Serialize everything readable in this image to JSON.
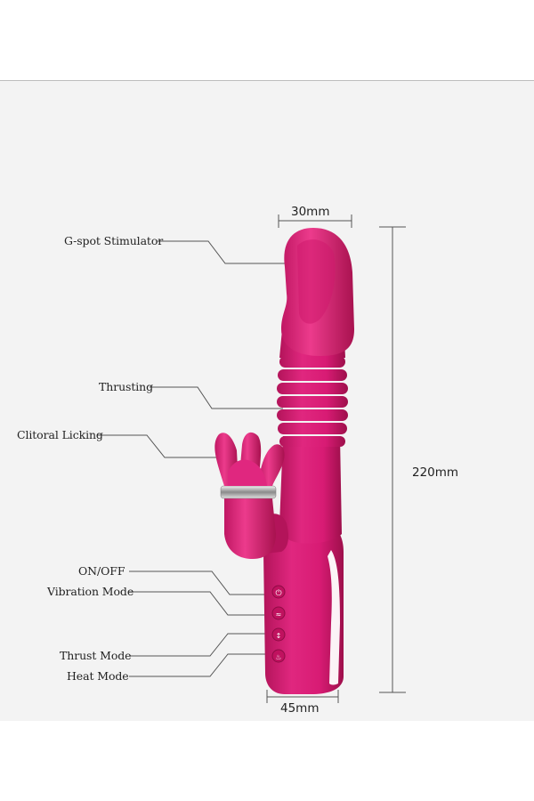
{
  "labels": {
    "gspot": "G-spot Stimulator",
    "thrusting": "Thrusting",
    "clitoral": "Clitoral Licking",
    "onoff": "ON/OFF",
    "vibration": "Vibration Mode",
    "thrust_mode": "Thrust Mode",
    "heat_mode": "Heat Mode"
  },
  "dimensions": {
    "top_width": "30mm",
    "length": "220mm",
    "bottom_width": "45mm"
  },
  "colors": {
    "product": "#d81b74",
    "product_dark": "#a8124f",
    "product_light": "#ee5a9d",
    "line": "#555555"
  },
  "icons": {
    "buttons": [
      "power-icon",
      "vibration-icon",
      "thrust-icon",
      "heat-icon"
    ]
  }
}
